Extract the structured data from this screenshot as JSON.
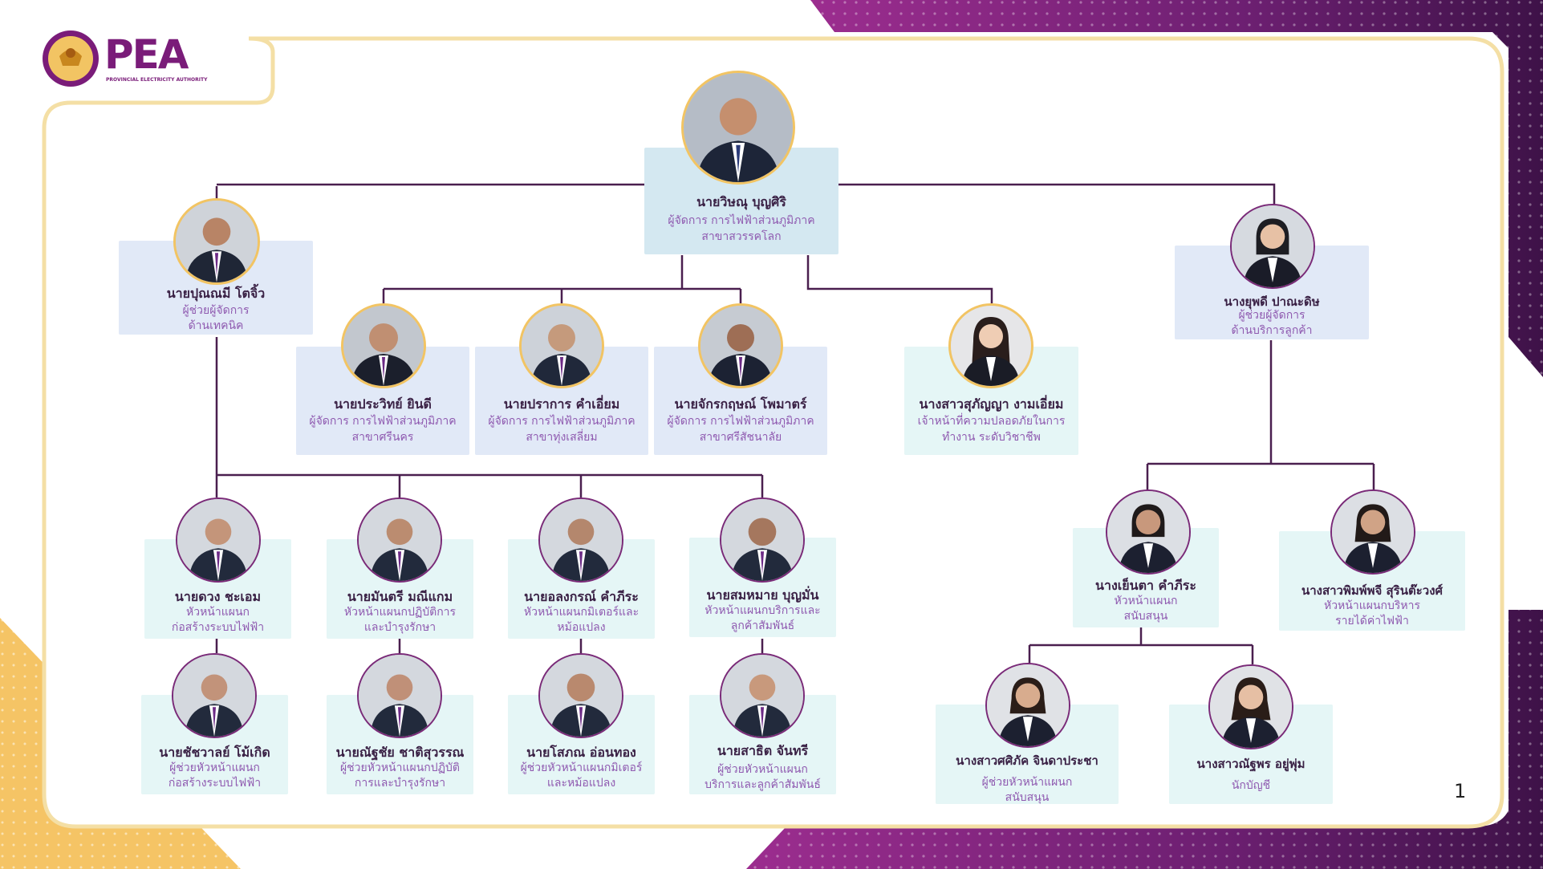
{
  "logo": {
    "wordmark": "PEA",
    "subtitle": "PROVINCIAL ELECTRICITY AUTHORITY"
  },
  "page_number": "1",
  "colors": {
    "brand_purple": "#7a1c79",
    "line": "#4a1f4f",
    "gold": "#f2c463",
    "name_text": "#3a2145",
    "title_text": "#8f5ab0"
  },
  "chart": {
    "head": {
      "name": "นายวิษณุ บุญศิริ",
      "title_1": "ผู้จัดการ การไฟฟ้าส่วนภูมิภาค",
      "title_2": "สาขาสวรรคโลก"
    },
    "left_assistant": {
      "name": "นายปุณณมี  โตจิ้ว",
      "title_1": "ผู้ช่วยผู้จัดการ",
      "title_2": "ด้านเทคนิค"
    },
    "right_assistant": {
      "name": "นางยุพดี ปาณะดิษ",
      "title_1": "ผู้ช่วยผู้จัดการ",
      "title_2": "ด้านบริการลูกค้า"
    },
    "branch_managers": [
      {
        "name": "นายประวิทย์ ยินดี",
        "title_1": "ผู้จัดการ การไฟฟ้าส่วนภูมิภาค",
        "title_2": "สาขาศรีนคร"
      },
      {
        "name": "นายปราการ  คำเอี่ยม",
        "title_1": "ผู้จัดการ การไฟฟ้าส่วนภูมิภาค",
        "title_2": "สาขาทุ่งเสลี่ยม"
      },
      {
        "name": "นายจักรกฤษณ์  โพมาตร์",
        "title_1": "ผู้จัดการ การไฟฟ้าส่วนภูมิภาค",
        "title_2": "สาขาศรีสัชนาลัย"
      }
    ],
    "safety_officer": {
      "name": "นางสาวสุภัญญา  งามเอี่ยม",
      "title_1": "เจ้าหน้าที่ความปลอดภัยในการ",
      "title_2": "ทำงาน ระดับวิชาชีพ"
    },
    "tech_heads": [
      {
        "name": "นายดวง  ชะเอม",
        "title_1": "หัวหน้าแผนก",
        "title_2": "ก่อสร้างระบบไฟฟ้า"
      },
      {
        "name": "นายมันตรี  มณีแกม",
        "title_1": "หัวหน้าแผนกปฏิบัติการ",
        "title_2": "และบำรุงรักษา"
      },
      {
        "name": "นายอลงกรณ์  คำภีระ",
        "title_1": "หัวหน้าแผนกมิเตอร์และ",
        "title_2": "หม้อแปลง"
      },
      {
        "name": "นายสมหมาย  บุญมั่น",
        "title_1": "หัวหน้าแผนกบริการและ",
        "title_2": "ลูกค้าสัมพันธ์"
      }
    ],
    "tech_assistants": [
      {
        "name": "นายชัชวาลย์  โม้เกิด",
        "title_1": "ผู้ช่วยหัวหน้าแผนก",
        "title_2": "ก่อสร้างระบบไฟฟ้า"
      },
      {
        "name": "นายณัฐชัย  ชาติสุวรรณ",
        "title_1": "ผู้ช่วยหัวหน้าแผนกปฏิบัติ",
        "title_2": "การและบำรุงรักษา"
      },
      {
        "name": "นายโสภณ  อ่อนทอง",
        "title_1": "ผู้ช่วยหัวหน้าแผนกมิเตอร์",
        "title_2": "และหม้อแปลง"
      },
      {
        "name": "นายสาธิต  จันทรี",
        "title_1": "ผู้ช่วยหัวหน้าแผนก",
        "title_2": "บริการและลูกค้าสัมพันธ์"
      }
    ],
    "service_heads": [
      {
        "name": "นางเย็นตา  คำภีระ",
        "title_1": "หัวหน้าแผนก",
        "title_2": "สนับสนุน"
      },
      {
        "name": "นางสาวพิมพ์พจี  สุรินต๊ะวงศ์",
        "title_1": "หัวหน้าแผนกบริหาร",
        "title_2": "รายได้ค่าไฟฟ้า"
      }
    ],
    "support_staff": [
      {
        "name": "นางสาวศศิภัค  จินดาประชา",
        "title_1": "ผู้ช่วยหัวหน้าแผนก",
        "title_2": "สนับสนุน"
      },
      {
        "name": "นางสาวณัฐพร  อยู่พุ่ม",
        "title_1": "นักบัญชี"
      }
    ]
  }
}
